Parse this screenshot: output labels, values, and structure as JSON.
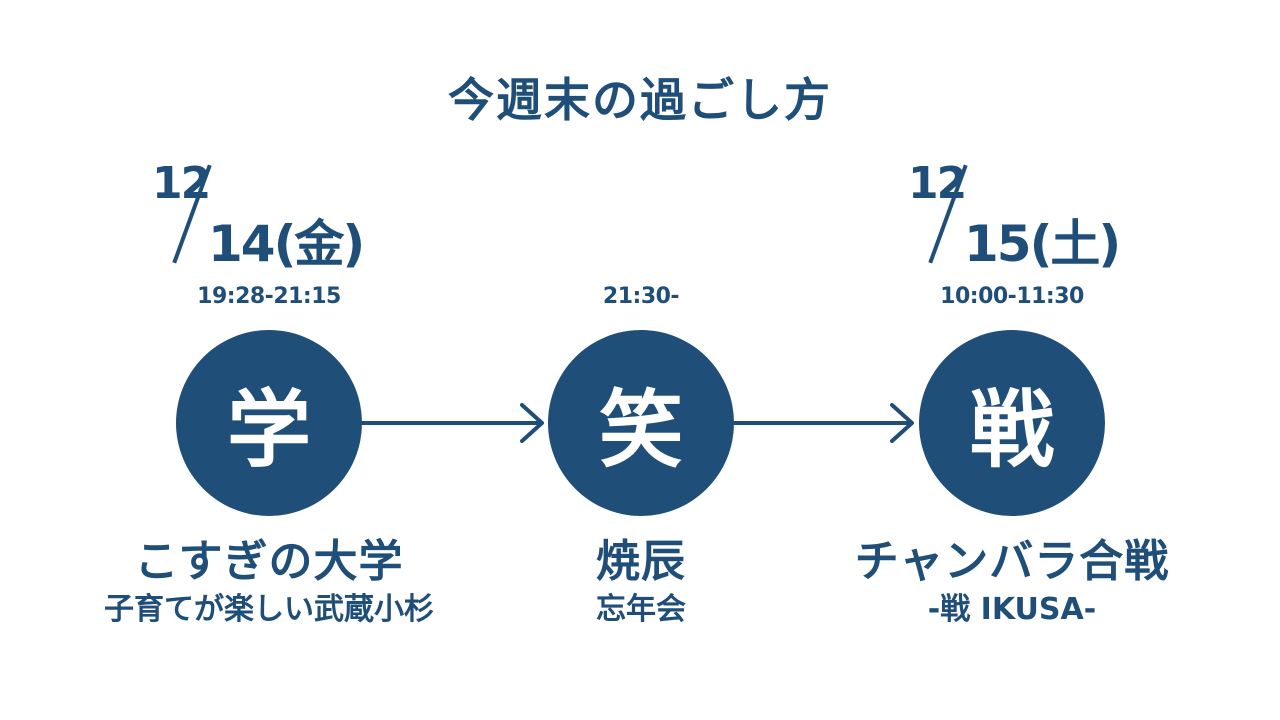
{
  "title": "今週末の過ごし方",
  "dates": [
    {
      "month": "12",
      "day": "14(金)"
    },
    {
      "month": "12",
      "day": "15(土)"
    }
  ],
  "events": [
    {
      "time": "19:28-21:15",
      "symbol": "学",
      "name": "こすぎの大学",
      "subtitle": "子育てが楽しい武蔵小杉"
    },
    {
      "time": "21:30-",
      "symbol": "笑",
      "name": "焼辰",
      "subtitle": "忘年会"
    },
    {
      "time": "10:00-11:30",
      "symbol": "戦",
      "name": "チャンバラ合戦",
      "subtitle": "-戦 IKUSA-"
    }
  ],
  "colors": {
    "accent": "#1f4e79",
    "background": "#ffffff",
    "circle_text": "#ffffff"
  }
}
